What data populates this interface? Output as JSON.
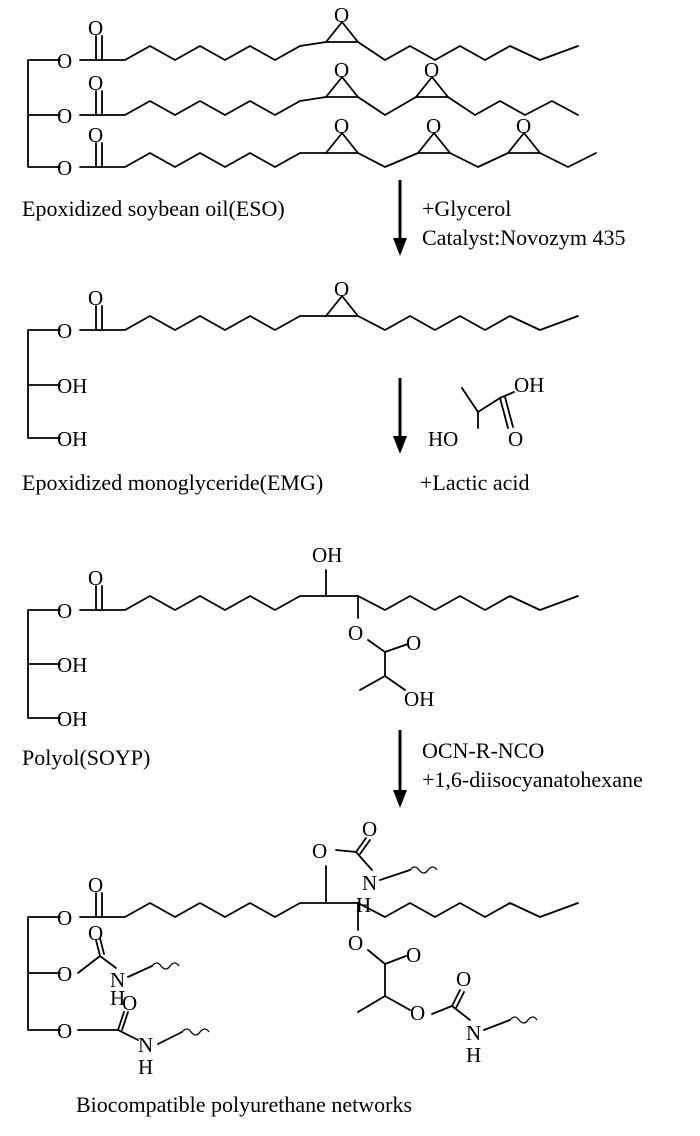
{
  "scheme": {
    "captions": {
      "eso": "Epoxidized soybean oil(ESO)",
      "emg": "Epoxidized monoglyceride(EMG)",
      "soyp": "Polyol(SOYP)",
      "pu": "Biocompatible polyurethane networks"
    },
    "steps": {
      "step1_reagent": "+Glycerol",
      "step1_catalyst": "Catalyst:Novozym 435",
      "step2_reagent": "+Lactic acid",
      "step3_reagent": "OCN-R-NCO",
      "step3_reagent2": "+1,6-diisocyanatohexane"
    },
    "atoms": {
      "O": "O",
      "OH": "OH",
      "HO": "HO",
      "N": "N",
      "H": "H"
    }
  }
}
